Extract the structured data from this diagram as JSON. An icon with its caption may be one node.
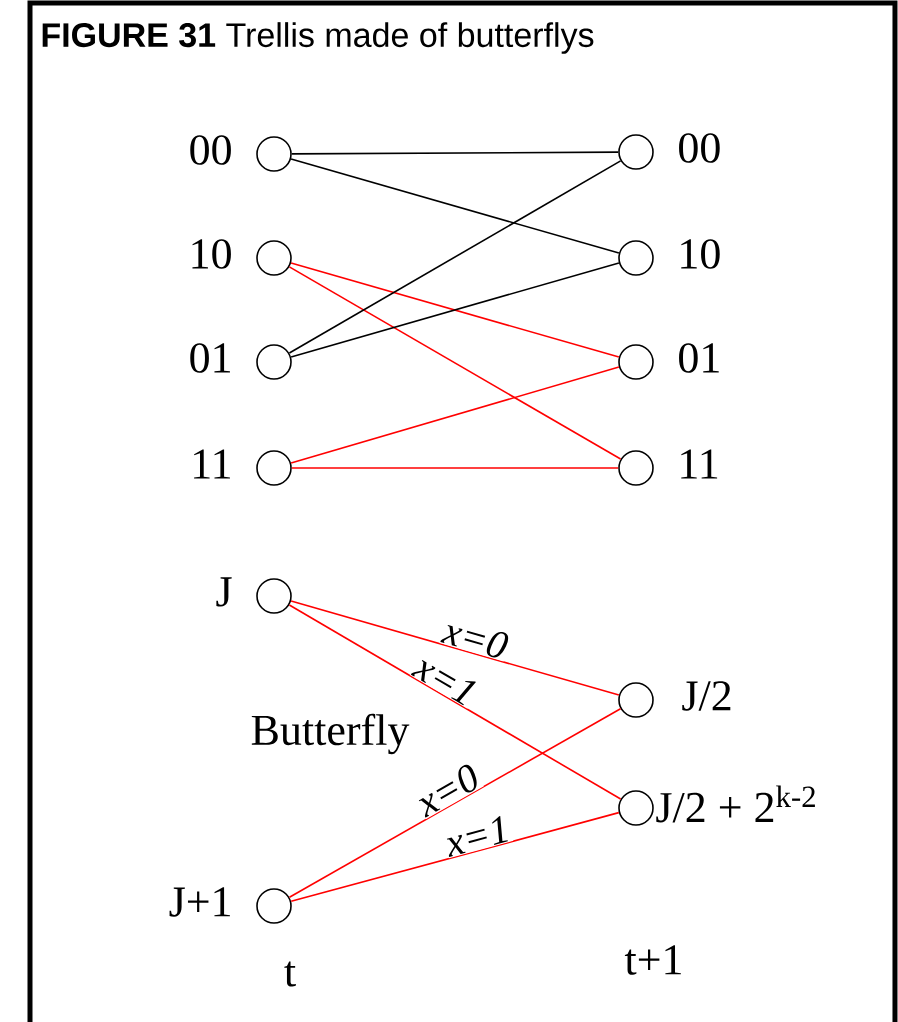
{
  "diagram": {
    "title": "**FIGURE 31** Trellis made of butterflys",
    "nodes": [
      {
        "text": [],
        "shape": "circle",
        "beside": [
          "00"
        ]
      },
      {
        "text": [],
        "shape": "circle",
        "beside": [
          "10"
        ]
      },
      {
        "text": [],
        "shape": "circle",
        "beside": [
          "01"
        ]
      },
      {
        "text": [],
        "shape": "circle",
        "beside": [
          "11"
        ]
      },
      {
        "text": [],
        "shape": "circle",
        "beside": [
          "00"
        ]
      },
      {
        "text": [],
        "shape": "circle",
        "beside": [
          "10"
        ]
      },
      {
        "text": [],
        "shape": "circle",
        "beside": [
          "01"
        ]
      },
      {
        "text": [],
        "shape": "circle",
        "beside": [
          "11"
        ]
      },
      {
        "text": [],
        "shape": "circle",
        "beside": [
          "J"
        ]
      },
      {
        "text": [],
        "shape": "circle",
        "beside": [
          "J+1"
        ]
      },
      {
        "text": [],
        "shape": "circle",
        "beside": [
          "J/2"
        ]
      },
      {
        "text": [],
        "shape": "circle",
        "beside": [
          "J/2 + 2$^{k-2}$"
        ]
      }
    ],
    "edges": [
      {
        "from": 0,
        "to": 4,
        "arrow": "none",
        "color": "#000000"
      },
      {
        "from": 0,
        "to": 5,
        "arrow": "none",
        "color": "#000000"
      },
      {
        "from": 1,
        "to": 6,
        "arrow": "none"
      },
      {
        "from": 1,
        "to": 7,
        "arrow": "none"
      },
      {
        "from": 2,
        "to": 4,
        "arrow": "none",
        "color": "#000000"
      },
      {
        "from": 2,
        "to": 5,
        "arrow": "none",
        "color": "#000000"
      },
      {
        "from": 3,
        "to": 6,
        "arrow": "none"
      },
      {
        "from": 3,
        "to": 7,
        "arrow": "none"
      },
      {
        "from": 8,
        "to": 10,
        "arrow": "none",
        "label": "x=0"
      },
      {
        "from": 8,
        "to": 11,
        "arrow": "none",
        "label": "x=1"
      },
      {
        "from": 9,
        "to": 10,
        "arrow": "none",
        "label": "x=0"
      },
      {
        "from": 9,
        "to": 11,
        "arrow": "none",
        "label": "x=1"
      }
    ],
    "labels": [
      "Butterfly",
      "t",
      "t+1"
    ]
  }
}
